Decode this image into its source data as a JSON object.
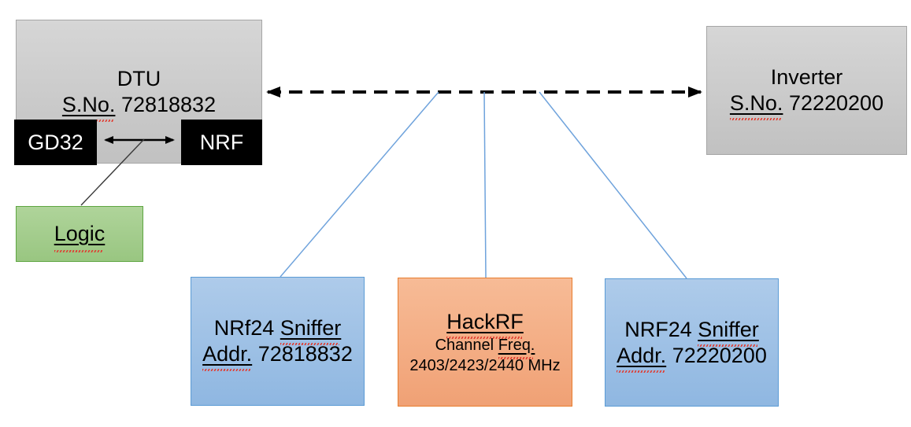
{
  "colors": {
    "box_gray": "#C9C9C9",
    "border_gray": "#A6A6A6",
    "box_black": "#000000",
    "text_on_black": "#FFFFFF",
    "box_green": "#A5CE8E",
    "border_green": "#5EA642",
    "box_blue": "#A2C1E6",
    "border_blue": "#5B9BD5",
    "box_orange": "#F4AE87",
    "border_orange": "#E87D2E",
    "connector_blue": "#6FA3DC",
    "connector_black": "#000000",
    "squiggle_red": "#E03C31"
  },
  "dtu": {
    "title": "DTU",
    "serial_prefix": "S.No.",
    "serial": "72818832"
  },
  "chips": {
    "gd32": "GD32",
    "nrf": "NRF"
  },
  "logic": {
    "label": "Logic"
  },
  "inverter": {
    "title": "Inverter",
    "serial_prefix": "S.No.",
    "serial": "72220200"
  },
  "sniffer_left": {
    "model": "NRf24",
    "model_marked": "Sniffer",
    "addr_label": "Addr.",
    "addr": "72818832"
  },
  "hackrf": {
    "title": "HackRF",
    "channel_label": "Channel",
    "freq_label": "Freq.",
    "frequencies": "2403/2423/2440 MHz"
  },
  "sniffer_right": {
    "model": "NRF24",
    "model_marked": "Sniffer",
    "addr_label": "Addr.",
    "addr": "72220200"
  }
}
